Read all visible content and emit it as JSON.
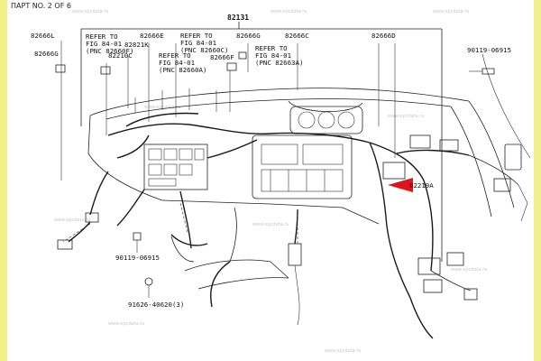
{
  "header": {
    "text": "ПАРТ NO. 2 OF 6"
  },
  "highlight": {
    "label": "82219A",
    "arrow_color": "#e0141b"
  },
  "callouts": {
    "c82131": "82131",
    "c82666L": "82666L",
    "c82666G": "82666G",
    "c82821K": "82821K",
    "c82666E": "82666E",
    "c82210C": "82210C",
    "c82666G2": "82666G",
    "c82666C": "82666C",
    "c82666F": "82666F",
    "c82666D": "82666D",
    "c90119_06915_top": "90119-06915",
    "c90119_06915_bot": "90119-06915",
    "c91626": "91626-40620(3)"
  },
  "refer_notes": {
    "n1": {
      "l1": "REFER TO",
      "l2": "FIG 84-01",
      "l3": "(PNC 82660F)"
    },
    "n2": {
      "l1": "REFER TO",
      "l2": "FIG 84-01",
      "l3": "(PNC 82660C)"
    },
    "n3": {
      "l1": "REFER TO",
      "l2": "FIG 84-01",
      "l3": "(PNC 82660A)"
    },
    "n4": {
      "l1": "REFER TO",
      "l2": "FIG 84-01",
      "l3": "(PNC 82663A)"
    }
  },
  "watermark": {
    "text": "www.epcdata.ru"
  },
  "colors": {
    "side_accent": "#e8e32a",
    "line": "#222222"
  }
}
